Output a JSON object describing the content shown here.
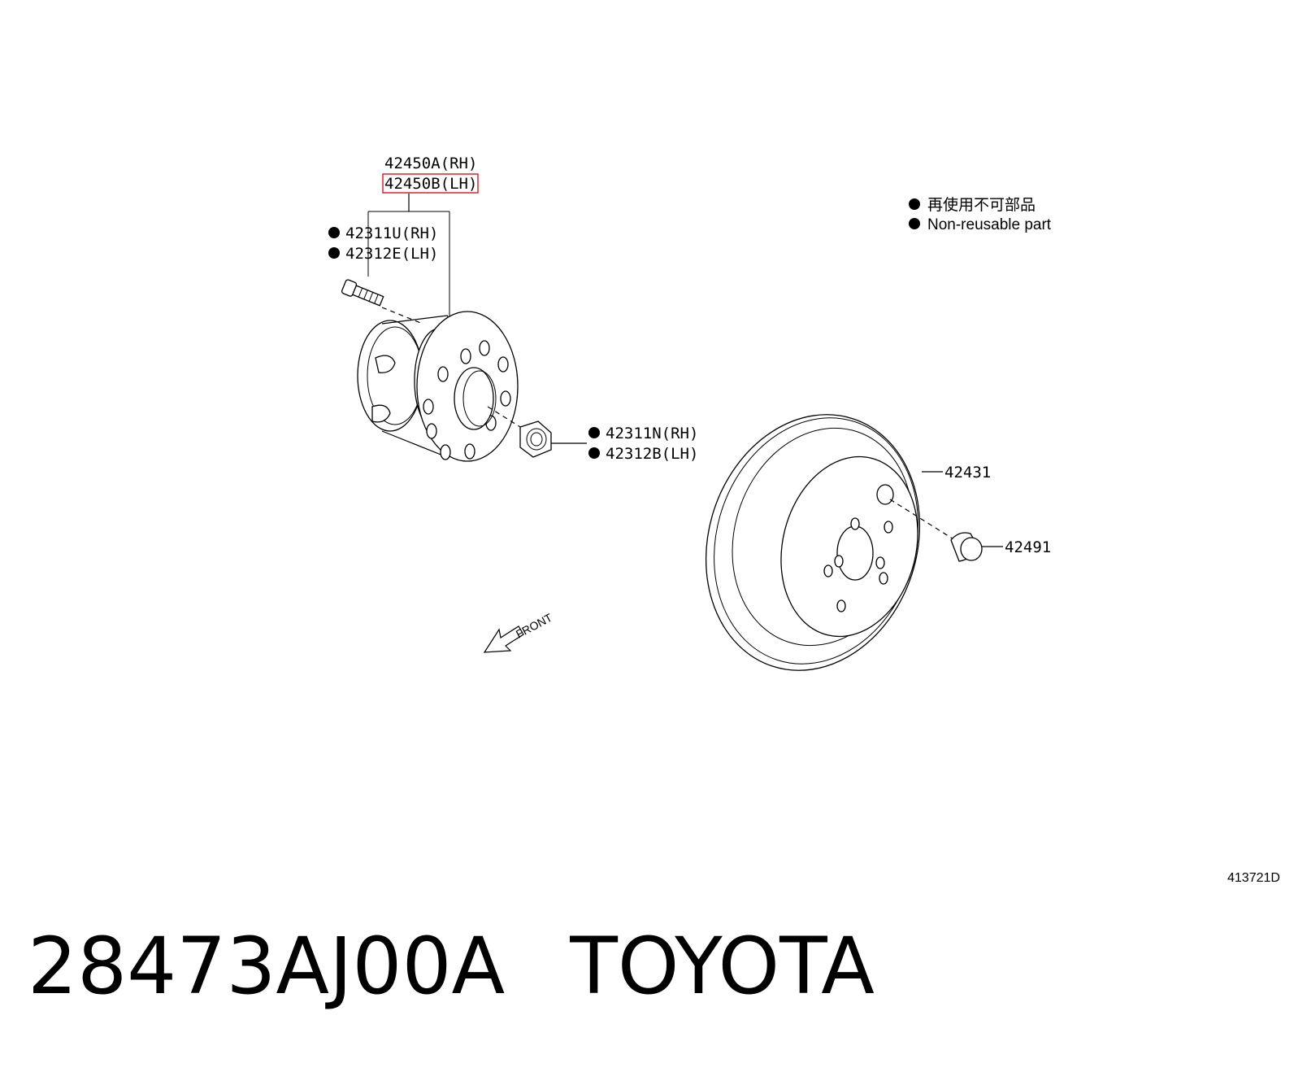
{
  "callouts": {
    "hub_rh": "42450A(RH)",
    "hub_lh": "42450B(LH)",
    "bolt_rh": "42311U(RH)",
    "bolt_lh": "42312E(LH)",
    "nut_rh": "42311N(RH)",
    "nut_lh": "42312B(LH)",
    "disc": "42431",
    "plug": "42491"
  },
  "legend": {
    "line_jp": "再使用不可部品",
    "line_en": "Non-reusable part"
  },
  "direction_label": "FRONT",
  "illustration_code": "413721D",
  "footer": {
    "part_number": "28473AJ00A",
    "brand": "TOYOTA"
  },
  "colors": {
    "highlight": "#e0202a",
    "line": "#000000"
  }
}
